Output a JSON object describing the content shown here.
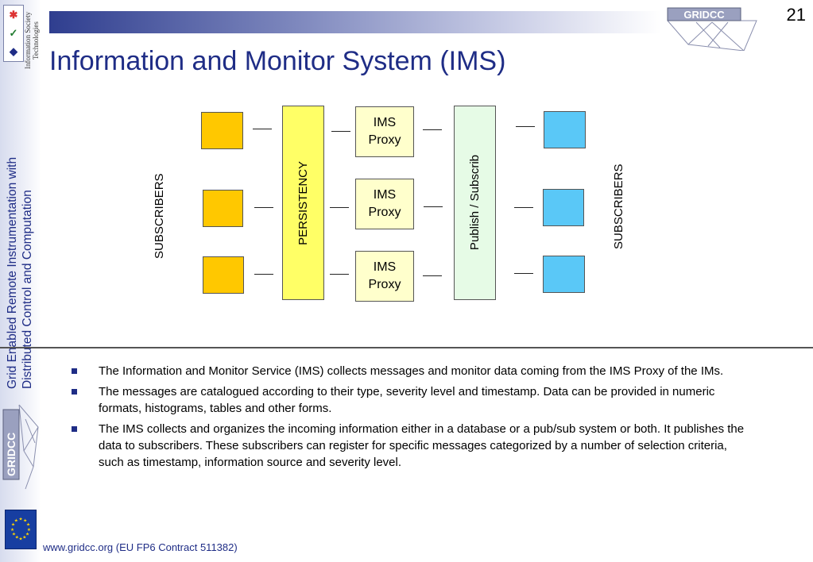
{
  "sidebar": {
    "org_text": "Information Society Technologies",
    "title_line1": "Grid Enabled Remote Instrumentation with",
    "title_line2": "Distributed Control and Computation",
    "logo_text": "GRIDCC"
  },
  "header": {
    "logo_text": "GRIDCC",
    "page_number": "21",
    "title": "Information and Monitor System (IMS)"
  },
  "diagram": {
    "persistency_label": "PERSISTENCY",
    "pubsub_label": "Publish / Subscrib",
    "left_label": "SUBSCRIBERS",
    "right_label": "SUBSCRIBERS",
    "proxy_line1": "IMS",
    "proxy_line2": "Proxy",
    "colors": {
      "left_subscriber": "#ffc800",
      "right_subscriber": "#5ac8f7",
      "persistency": "#ffff66",
      "pubsub": "#e6fbe6",
      "proxy": "#ffffcc"
    }
  },
  "bullets": [
    "The Information and Monitor Service (IMS) collects messages and monitor data coming from the IMS Proxy of the IMs.",
    "The messages are catalogued according to their type, severity level and timestamp. Data can be provided in numeric formats, histograms, tables and other forms.",
    " The IMS collects and organizes the incoming information  either in a database or a pub/sub system or both.  It publishes the data  to subscribers. These subscribers can register for specific messages categorized by a number of selection criteria, such as timestamp, information source and severity level."
  ],
  "footer": {
    "text": "www.gridcc.org (EU FP6 Contract 511382)"
  }
}
